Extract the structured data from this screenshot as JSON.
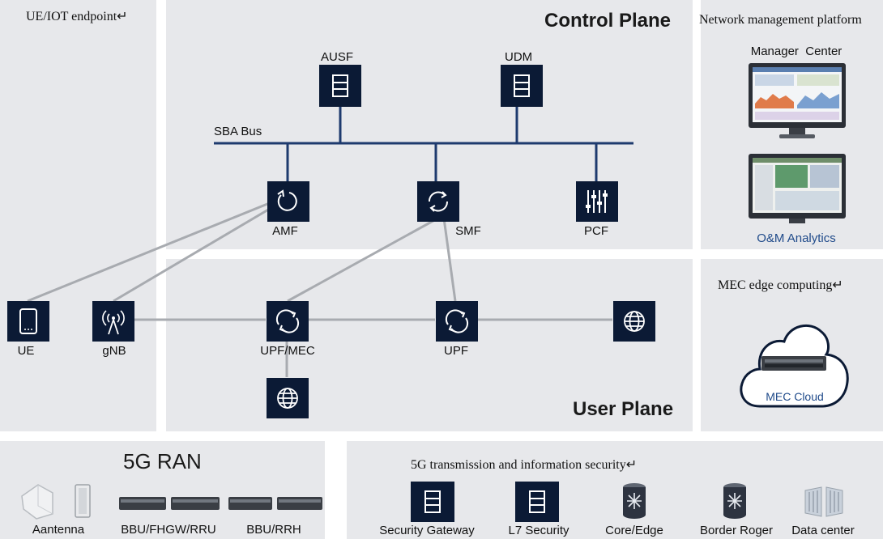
{
  "regions": {
    "ue_iot": "UE/IOT endpoint↵",
    "control_plane": "Control Plane",
    "user_plane": "User Plane",
    "nms": "Network management platform",
    "mec": "MEC edge computing↵",
    "ran": "5G RAN",
    "security": "5G transmission and information security↵"
  },
  "control_nodes": {
    "ausf": "AUSF",
    "udm": "UDM",
    "sba_bus": "SBA Bus",
    "amf": "AMF",
    "smf": "SMF",
    "pcf": "PCF"
  },
  "user_nodes": {
    "ue": "UE",
    "gnb": "gNB",
    "upf_mec": "UPF/MEC",
    "upf": "UPF"
  },
  "nms": {
    "manager_center": "Manager  Center",
    "om_analytics": "O&M Analytics"
  },
  "mec": {
    "cloud_label": "MEC Cloud"
  },
  "ran_items": [
    "Aantenna",
    "BBU/FHGW/RRU",
    "BBU/RRH"
  ],
  "security_items": [
    "Security Gateway",
    "L7 Security",
    "Core/Edge",
    "Border Roger",
    "Data center"
  ],
  "colors": {
    "panel": "#e7e8eb",
    "node": "#0b1a35",
    "bus": "#1e3a6e",
    "wire": "#a8abb0"
  }
}
